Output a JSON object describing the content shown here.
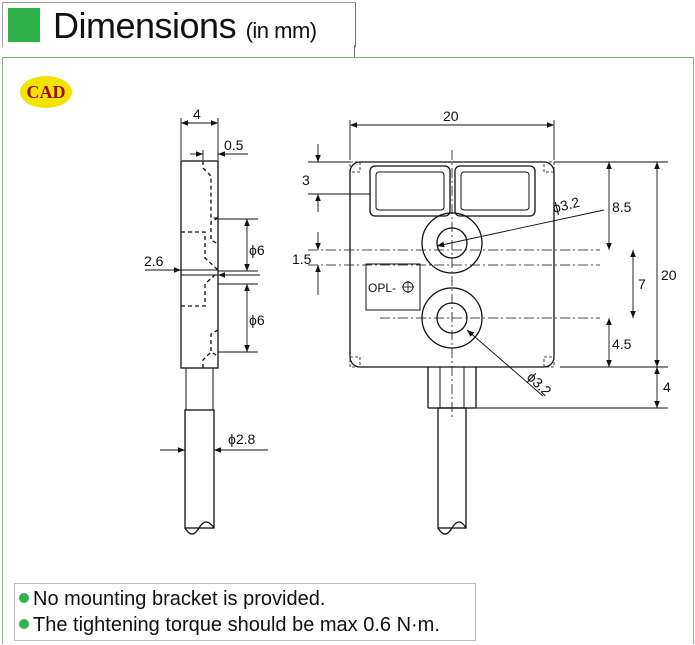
{
  "header": {
    "title": "Dimensions",
    "unit": "(in mm)",
    "accent": "#2fb24a"
  },
  "cad_badge": "CAD",
  "side_view": {
    "thickness": "4",
    "step": "0.5",
    "offset": "2.6",
    "hole_upper": "ϕ6",
    "hole_lower": "ϕ6",
    "cable": "ϕ2.8"
  },
  "front_view": {
    "width": "20",
    "top_margin": "3",
    "offset": "1.5",
    "upper_hole": "ϕ3.2",
    "lower_hole": "ϕ3.2",
    "to_hole": "8.5",
    "hole_pitch": "7",
    "bottom_margin": "4.5",
    "height": "20",
    "cable_length": "4",
    "label": "OPL-"
  },
  "notes": [
    "No mounting bracket is provided.",
    "The tightening torque should be max 0.6 N·m."
  ]
}
